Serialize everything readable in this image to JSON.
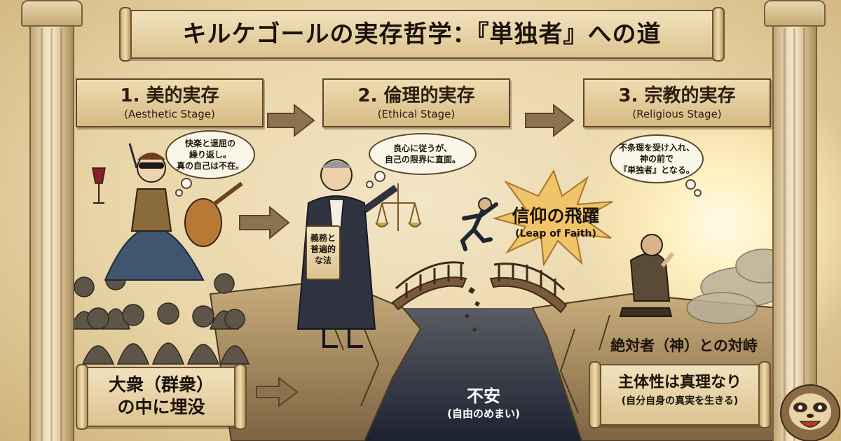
{
  "title": "キルケゴールの実存哲学：『単独者』への道",
  "stages": [
    {
      "title": "1. 美的実存",
      "subtitle": "(Aesthetic Stage)"
    },
    {
      "title": "2. 倫理的実存",
      "subtitle": "(Ethical Stage)"
    },
    {
      "title": "3. 宗教的実存",
      "subtitle": "(Religious Stage)"
    }
  ],
  "bubbles": {
    "aesthetic": [
      "快楽と退屈の",
      "繰り返し。",
      "真の自己は不在。"
    ],
    "ethical": [
      "良心に従うが、",
      "自己の限界に直面。"
    ],
    "religious": [
      "不条理を受け入れ、",
      "神の前で",
      "『単独者』となる。"
    ]
  },
  "duty_scroll": [
    "義務と",
    "普遍的",
    "な法"
  ],
  "leap": {
    "title": "信仰の飛躍",
    "subtitle": "(Leap of Faith)"
  },
  "abyss": {
    "title": "不安",
    "subtitle": "(自由のめまい)"
  },
  "crowd_scroll": [
    "大衆（群衆）",
    "の中に埋没"
  ],
  "absolute": "絶対者（神）との対峙",
  "truth_scroll": {
    "title": "主体性は真理なり",
    "subtitle": "(自分自身の真実を生きる)"
  },
  "colors": {
    "parchment": "#e8d4a6",
    "ink": "#2b1e10",
    "abyss": "#2f3544",
    "sun": "#fff4c8"
  }
}
